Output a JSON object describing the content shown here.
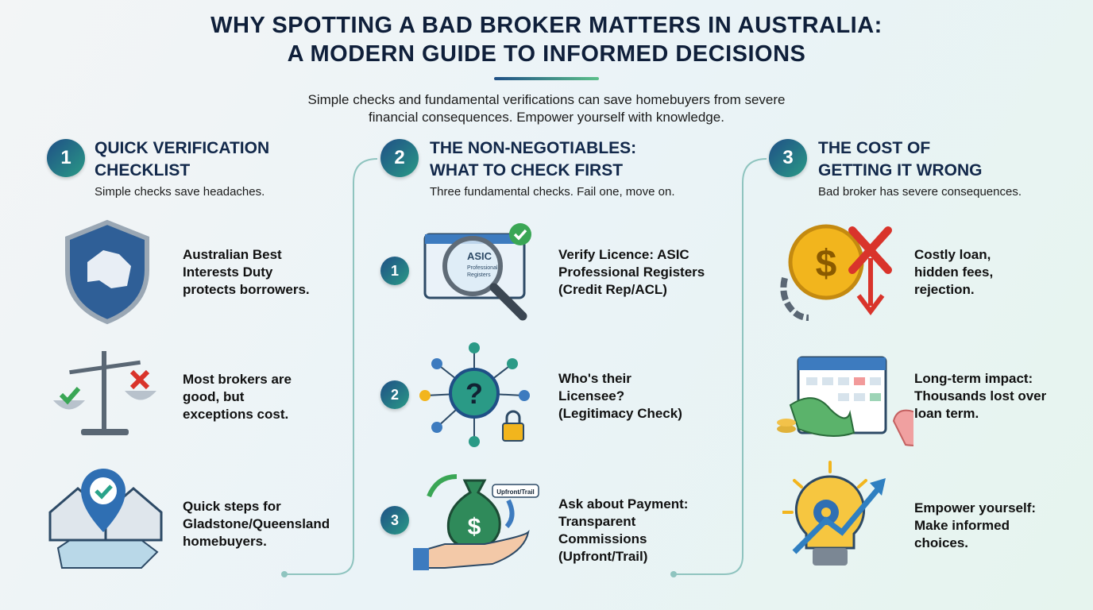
{
  "header": {
    "title_line1": "WHY SPOTTING A BAD BROKER MATTERS IN AUSTRALIA:",
    "title_line2": "A MODERN GUIDE TO INFORMED DECISIONS",
    "subtitle_line1": "Simple checks and fundamental verifications can save homebuyers from severe",
    "subtitle_line2": "financial consequences. Empower yourself with knowledge."
  },
  "sections": [
    {
      "number": "1",
      "title_line1": "QUICK VERIFICATION",
      "title_line2": "CHECKLIST",
      "subtitle": "Simple checks save headaches.",
      "items": [
        {
          "icon": "shield-australia-icon",
          "lines": [
            "Australian Best",
            "Interests Duty",
            "protects borrowers."
          ]
        },
        {
          "icon": "scales-icon",
          "lines": [
            "Most brokers are",
            "good, but",
            "exceptions cost."
          ]
        },
        {
          "icon": "house-map-pin-icon",
          "lines": [
            "Quick steps for",
            "Gladstone/Queensland",
            "homebuyers."
          ]
        }
      ]
    },
    {
      "number": "2",
      "title_line1": "THE NON-NEGOTIABLES:",
      "title_line2": "WHAT TO CHECK FIRST",
      "subtitle": "Three fundamental checks. Fail one, move on.",
      "items": [
        {
          "number": "1",
          "icon": "magnifier-register-icon",
          "icon_text_1": "ASIC",
          "icon_text_2": "Professional",
          "icon_text_3": "Registers",
          "lines": [
            "Verify Licence: ASIC",
            "Professional Registers",
            "(Credit Rep/ACL)"
          ]
        },
        {
          "number": "2",
          "icon": "network-question-icon",
          "lines": [
            "Who's their",
            "Licensee?",
            "(Legitimacy Check)"
          ]
        },
        {
          "number": "3",
          "icon": "money-bag-hand-icon",
          "icon_text_1": "Upfront/Trail",
          "lines": [
            "Ask about Payment:",
            "Transparent",
            "Commissions",
            "(Upfront/Trail)"
          ]
        }
      ]
    },
    {
      "number": "3",
      "title_line1": "THE COST OF",
      "title_line2": "GETTING IT WRONG",
      "subtitle": "Bad broker has severe consequences.",
      "items": [
        {
          "icon": "coin-chain-cross-icon",
          "lines": [
            "Costly loan,",
            "hidden fees,",
            "rejection."
          ]
        },
        {
          "icon": "calendar-money-icon",
          "lines": [
            "Long-term impact:",
            "Thousands lost over",
            "loan term."
          ]
        },
        {
          "icon": "lightbulb-growth-icon",
          "lines": [
            "Empower yourself:",
            "Make informed",
            "choices."
          ]
        }
      ]
    }
  ],
  "colors": {
    "navy": "#12284a",
    "accent_start": "#1f4f86",
    "accent_end": "#2a9a86",
    "check_green": "#3aa655",
    "cross_red": "#d9342b",
    "gold": "#f2b51d"
  }
}
